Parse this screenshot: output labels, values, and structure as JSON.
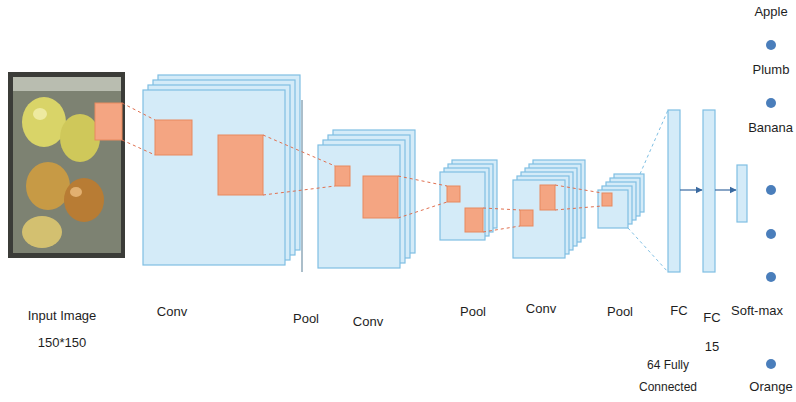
{
  "diagram": {
    "labels": [
      "Apple",
      "Plumb",
      "Banana",
      "Input Image 150*150",
      "Conv",
      "Pool",
      "Conv",
      "Pool",
      "Conv",
      "Pool",
      "FC",
      "FC 15",
      "Soft-max",
      "64 Fully Connected",
      "Orange"
    ]
  }
}
